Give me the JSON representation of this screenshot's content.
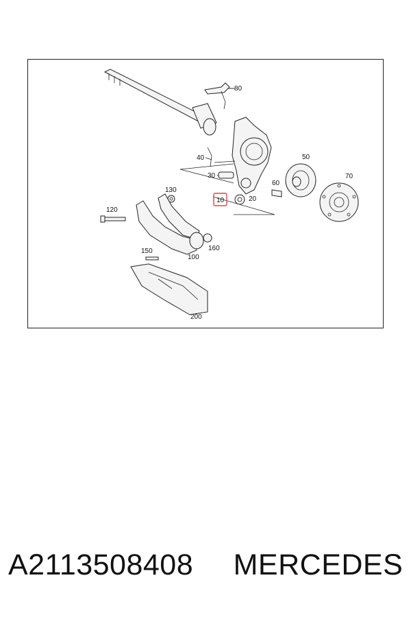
{
  "diagram": {
    "callouts": [
      "80",
      "40",
      "30",
      "10",
      "20",
      "50",
      "60",
      "70",
      "130",
      "120",
      "150",
      "160",
      "100",
      "200"
    ],
    "highlighted_callout": "10",
    "highlight_color": "#e0404a"
  },
  "caption": {
    "part_number": "A2113508408",
    "brand": "MERCEDES"
  }
}
